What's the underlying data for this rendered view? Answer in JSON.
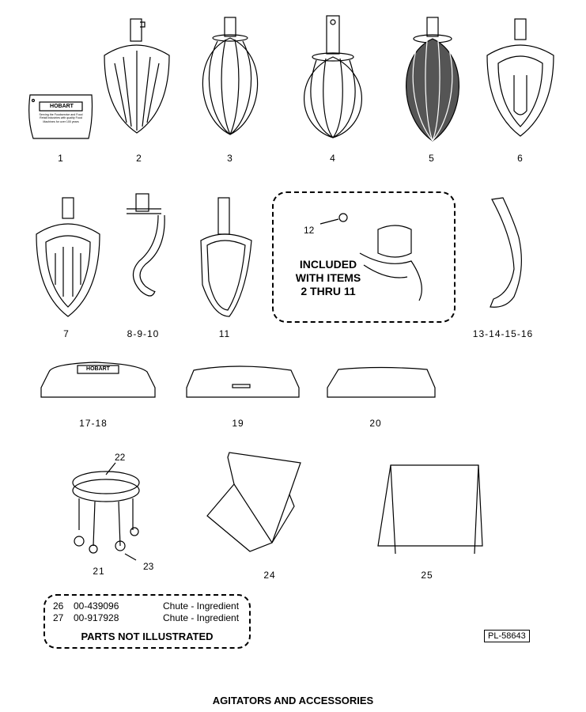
{
  "items": {
    "i1": "1",
    "i2": "2",
    "i3": "3",
    "i4": "4",
    "i5": "5",
    "i6": "6",
    "i7": "7",
    "i8": "8-9-10",
    "i11": "11",
    "i13": "13-14-15-16",
    "i17": "17-18",
    "i19": "19",
    "i20": "20",
    "i21": "21",
    "i22": "22",
    "i23": "23",
    "i24": "24",
    "i25": "25",
    "i12": "12"
  },
  "plate": {
    "brand": "HOBART",
    "tagline": "Serving the Foodservice and Food Retail Industries with quality Food Machines for over 100 years"
  },
  "included_box": {
    "text": "INCLUDED\nWITH ITEMS\n2 THRU 11"
  },
  "not_illustrated": {
    "rows": [
      {
        "item": "26",
        "part": "00-439096",
        "desc": "Chute - Ingredient"
      },
      {
        "item": "27",
        "part": "00-917928",
        "desc": "Chute - Ingredient"
      }
    ],
    "title": "PARTS NOT ILLUSTRATED"
  },
  "pl_number": "PL-58643",
  "footer_title": "AGITATORS  AND ACCESSORIES"
}
